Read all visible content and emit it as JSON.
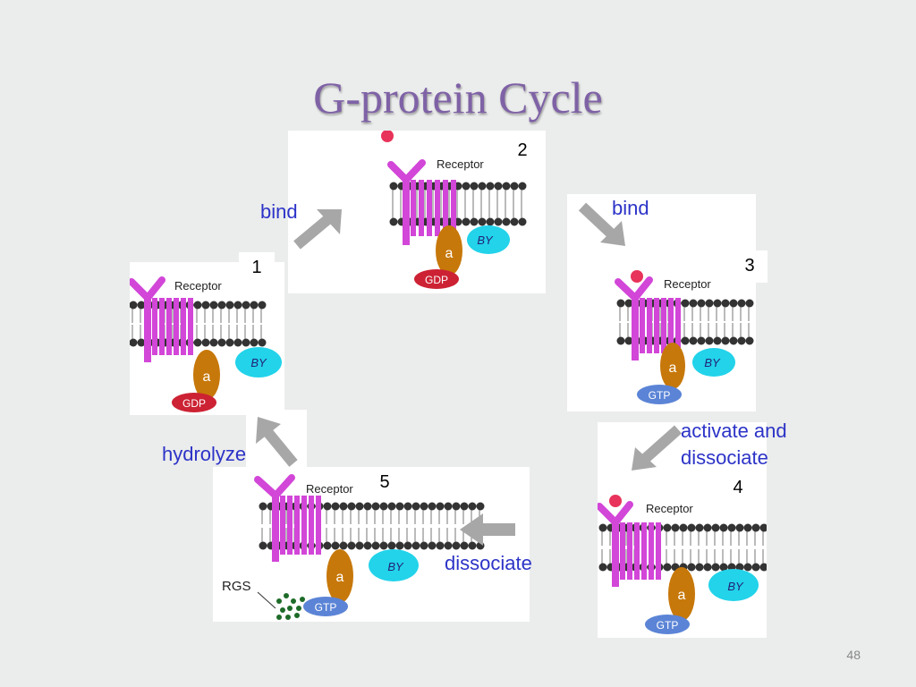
{
  "title": "G-protein Cycle",
  "slide_number": "48",
  "labels": {
    "receptor": "Receptor",
    "alpha": "a",
    "beta_gamma": "BY",
    "gdp": "GDP",
    "gtp": "GTP",
    "rgs": "RGS"
  },
  "steps": [
    {
      "number": "1"
    },
    {
      "number": "2"
    },
    {
      "number": "3"
    },
    {
      "number": "4"
    },
    {
      "number": "5"
    }
  ],
  "transitions": {
    "bind_a": "bind",
    "bind_b": "bind",
    "activate_line1": "activate and",
    "activate_line2": "dissociate",
    "dissociate": "dissociate",
    "hydrolyze": "hydrolyze"
  },
  "colors": {
    "title": "#7f62a6",
    "verb_text": "#2c33c7",
    "receptor": "#d246d8",
    "alpha": "#c7780a",
    "beta_gamma": "#22d3ea",
    "gdp": "#cc2233",
    "gtp": "#5b84d6",
    "ligand": "#e8335a",
    "arrow": "#a7a7a7"
  }
}
